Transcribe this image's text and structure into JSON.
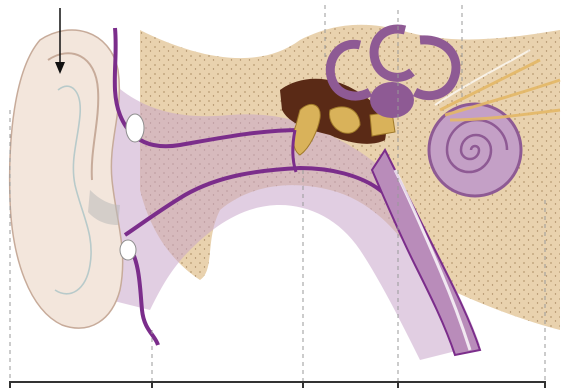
{
  "diagram": {
    "subject": "ear-anatomy-cross-section",
    "regions": [
      "outer-ear",
      "ear-canal",
      "middle-ear",
      "inner-ear"
    ],
    "pointer": "arrow-down-icon",
    "colors": {
      "skin": "#f3e6dc",
      "skin_shadow": "#d9c2b4",
      "bone": "#e9d2ae",
      "bone_dots": "#b89a72",
      "canal_wall": "#7b2d8b",
      "tissue": "#b98cba",
      "tissue_dark": "#8e5a94",
      "ossicle": "#d9b25a",
      "cavity_dark": "#5a2a16",
      "cochlea": "#c4a0c6",
      "nerve": "#e3b766",
      "divider": "#999999"
    }
  }
}
